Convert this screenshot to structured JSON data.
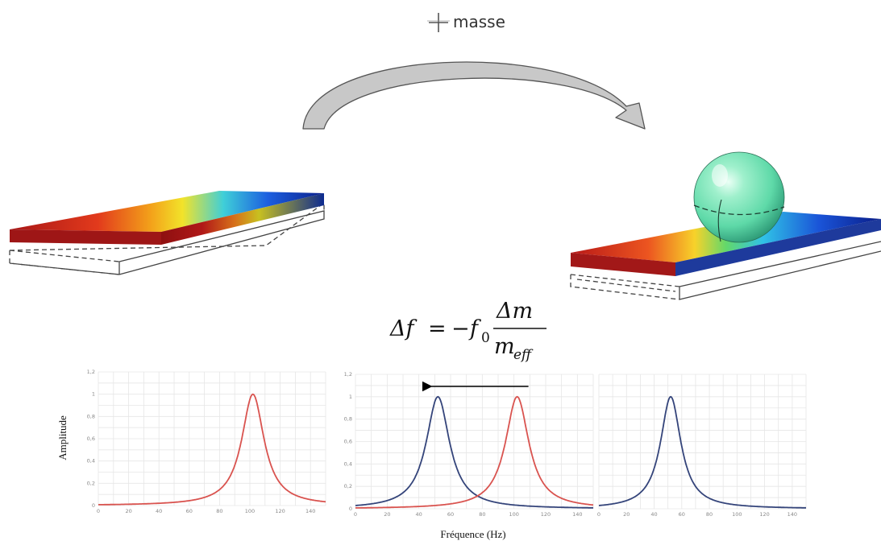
{
  "header": {
    "label": "masse"
  },
  "formula": {
    "lhs": "Δf",
    "equals": "=",
    "minus": "−",
    "f": "f",
    "f_sub": "0",
    "num": "Δm",
    "den": "m",
    "den_sub": "eff"
  },
  "axes": {
    "ylabel": "Amplitude",
    "xlabel": "Fréquence (Hz)"
  },
  "colors": {
    "red": "#d9534f",
    "blue": "#34447a",
    "arrow_fill": "#c8c8c8",
    "mass_sphere": "#6fe3b0"
  },
  "chart_data": [
    {
      "type": "line",
      "x_ticks": [
        0,
        20,
        40,
        60,
        80,
        100,
        120,
        140
      ],
      "y_ticks": [
        "0",
        "0,2",
        "0,4",
        "0,6",
        "0,8",
        "1",
        "1,2"
      ],
      "xlim": [
        0,
        150
      ],
      "ylim": [
        0,
        1.2
      ],
      "series": [
        {
          "color": "red",
          "peak_x": 102,
          "peak_y": 1.0
        }
      ]
    },
    {
      "type": "line",
      "x_ticks": [
        0,
        20,
        40,
        60,
        80,
        100,
        120,
        140
      ],
      "y_ticks": [
        "0",
        "0,2",
        "0,4",
        "0,6",
        "0,8",
        "1",
        "1,2"
      ],
      "xlim": [
        0,
        150
      ],
      "ylim": [
        0,
        1.2
      ],
      "series": [
        {
          "color": "blue",
          "peak_x": 52,
          "peak_y": 1.0
        },
        {
          "color": "red",
          "peak_x": 102,
          "peak_y": 1.0
        }
      ],
      "annotation": {
        "type": "arrow",
        "from_x": 102,
        "to_x": 52
      }
    },
    {
      "type": "line",
      "x_ticks": [
        0,
        20,
        40,
        60,
        80,
        100,
        120,
        140
      ],
      "xlim": [
        0,
        150
      ],
      "ylim": [
        0,
        1.2
      ],
      "series": [
        {
          "color": "blue",
          "peak_x": 52,
          "peak_y": 1.0
        }
      ]
    }
  ]
}
